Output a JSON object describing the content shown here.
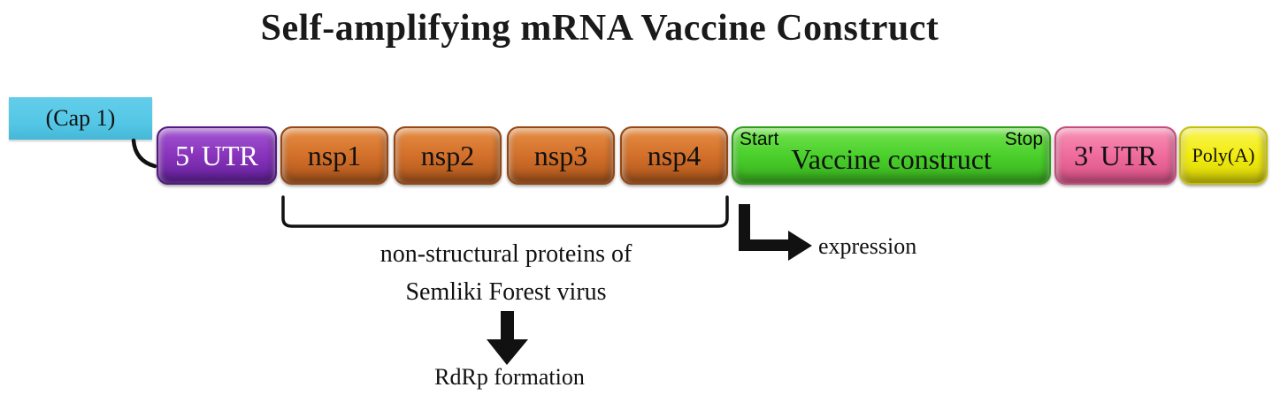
{
  "title": "Self-amplifying mRNA Vaccine Construct",
  "cap": {
    "label": "(Cap 1)",
    "color": "#54C7E6"
  },
  "segments": [
    {
      "name": "5utr",
      "label": "5' UTR",
      "color": "#8A34BD",
      "text_color": "#FFFFFF"
    },
    {
      "name": "nsp1",
      "label": "nsp1",
      "color": "#D4712B",
      "text_color": "#111111"
    },
    {
      "name": "nsp2",
      "label": "nsp2",
      "color": "#D4712B",
      "text_color": "#111111"
    },
    {
      "name": "nsp3",
      "label": "nsp3",
      "color": "#D4712B",
      "text_color": "#111111"
    },
    {
      "name": "vaccine_construct",
      "label": "Vaccine construct",
      "color": "#4AD02B",
      "text_color": "#111111",
      "start": "Start",
      "stop": "Stop"
    },
    {
      "name": "3utr",
      "label": "3' UTR",
      "color": "#EF6B9B",
      "text_color": "#111111"
    },
    {
      "name": "polya",
      "label": "Poly(A)",
      "color": "#F2EC10",
      "text_color": "#111111"
    }
  ],
  "nsp4_label": "nsp4",
  "annotations": {
    "nsp_bracket_line1": "non-structural proteins of",
    "nsp_bracket_line2": "Semliki Forest virus",
    "rdrp": "RdRp formation",
    "expression": "expression"
  }
}
